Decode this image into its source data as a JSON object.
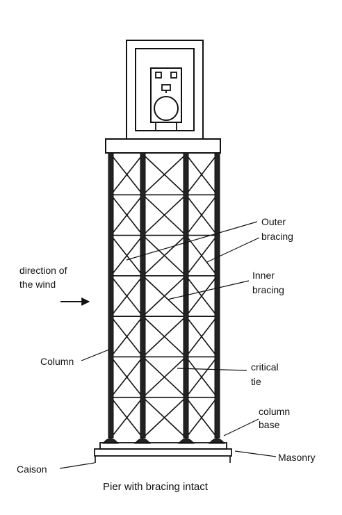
{
  "labels": {
    "outer_bracing": [
      "Outer",
      "bracing"
    ],
    "inner_bracing": [
      "Inner",
      "bracing"
    ],
    "wind_direction": [
      "direction of",
      "the wind"
    ],
    "column": "Column",
    "critical_tie": [
      "critical",
      "tie"
    ],
    "column_base": [
      "column",
      "base"
    ],
    "masonry": "Masonry",
    "caison": "Caison"
  },
  "caption": "Pier  with bracing intact",
  "colors": {
    "ink": "#111111",
    "background": "#ffffff"
  },
  "bracing": {
    "panels_per_bay": 7,
    "bays": 3,
    "pattern": "X-bracing"
  }
}
